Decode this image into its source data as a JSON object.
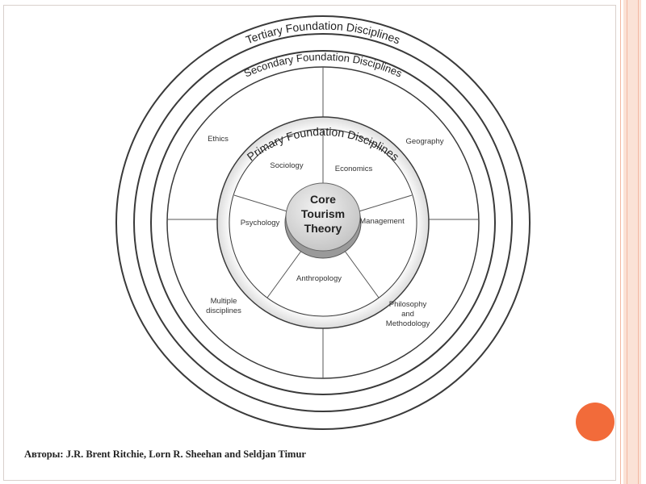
{
  "diagram": {
    "tertiary_label": "Tertiary Foundation Disciplines",
    "secondary_label": "Secondary Foundation Disciplines",
    "primary_label": "Primary Foundation Disciplines",
    "core": {
      "line1": "Core",
      "line2": "Tourism",
      "line3": "Theory"
    },
    "secondary_items": {
      "ethics": "Ethics",
      "geography": "Geography",
      "multiple_1": "Multiple",
      "multiple_2": "disciplines",
      "philosophy_1": "Philosophy",
      "philosophy_2": "and",
      "philosophy_3": "Methodology"
    },
    "primary_items": {
      "sociology": "Sociology",
      "economics": "Economics",
      "psychology": "Psychology",
      "management": "Management",
      "anthropology": "Anthropology"
    }
  },
  "footer": {
    "credit": "Авторы: J.R. Brent Ritchie, Lorn R. Sheehan and Seldjan Timur"
  },
  "colors": {
    "accent_dot": "#f26b3a",
    "side_stripe": "#fbe2d6"
  }
}
